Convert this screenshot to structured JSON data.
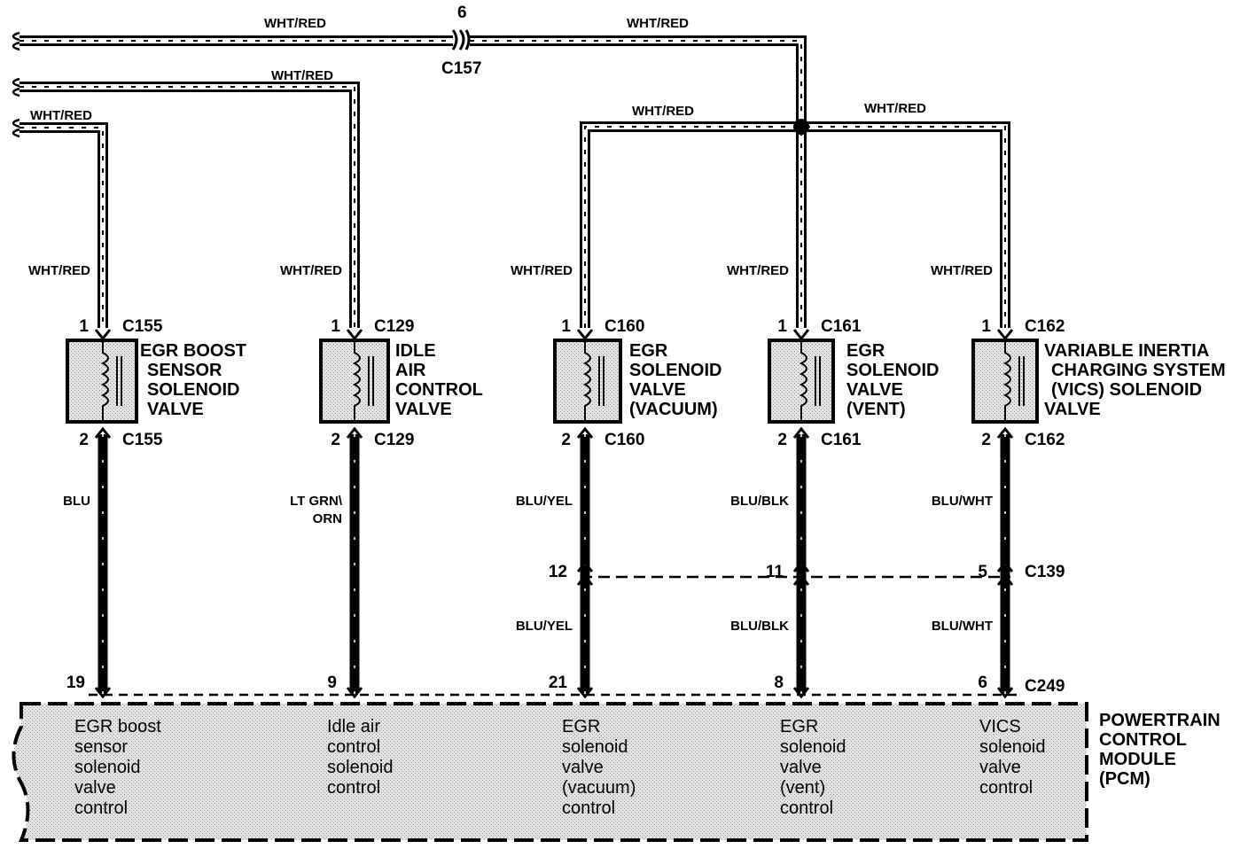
{
  "colors": {
    "ink": "#000000",
    "background": "#ffffff",
    "stipple": "#d6d6d6"
  },
  "top": {
    "splice_pin": "6",
    "splice_connector": "C157",
    "wire_left": "WHT/RED",
    "wire_right": "WHT/RED",
    "wire_row2": "WHT/RED",
    "wire_row3": "WHT/RED",
    "wire_branch_left": "WHT/RED",
    "wire_branch_right": "WHT/RED"
  },
  "circuits": [
    {
      "supply_wire": "WHT/RED",
      "pin_top": "1",
      "connector_top": "C155",
      "component_lines": [
        "EGR BOOST",
        "SENSOR",
        "SOLENOID",
        "VALVE"
      ],
      "pin_bottom": "2",
      "connector_bottom": "C155",
      "control_wire": "BLU",
      "pcm_pin": "19",
      "pcm_lines": [
        "EGR boost",
        "sensor",
        "solenoid",
        "valve",
        "control"
      ]
    },
    {
      "supply_wire": "WHT/RED",
      "pin_top": "1",
      "connector_top": "C129",
      "component_lines": [
        "IDLE",
        "AIR",
        "CONTROL",
        "VALVE"
      ],
      "pin_bottom": "2",
      "connector_bottom": "C129",
      "control_wire_lines": [
        "LT GRN\\",
        "ORN"
      ],
      "pcm_pin": "9",
      "pcm_lines": [
        "Idle air",
        "control",
        "solenoid",
        "control"
      ]
    },
    {
      "supply_wire": "WHT/RED",
      "pin_top": "1",
      "connector_top": "C160",
      "component_lines": [
        "EGR",
        "SOLENOID",
        "VALVE",
        "(VACUUM)"
      ],
      "pin_bottom": "2",
      "connector_bottom": "C160",
      "control_wire": "BLU/YEL",
      "inline_pin": "12",
      "control_wire_lower": "BLU/YEL",
      "pcm_pin": "21",
      "pcm_lines": [
        "EGR",
        "solenoid",
        "valve",
        "(vacuum)",
        "control"
      ]
    },
    {
      "supply_wire": "WHT/RED",
      "pin_top": "1",
      "connector_top": "C161",
      "component_lines": [
        "EGR",
        "SOLENOID",
        "VALVE",
        "(VENT)"
      ],
      "pin_bottom": "2",
      "connector_bottom": "C161",
      "control_wire": "BLU/BLK",
      "inline_pin": "11",
      "control_wire_lower": "BLU/BLK",
      "pcm_pin": "8",
      "pcm_lines": [
        "EGR",
        "solenoid",
        "valve",
        "(vent)",
        "control"
      ]
    },
    {
      "supply_wire": "WHT/RED",
      "pin_top": "1",
      "connector_top": "C162",
      "component_lines": [
        "VARIABLE INERTIA",
        "CHARGING SYSTEM",
        "(VICS) SOLENOID",
        "VALVE"
      ],
      "pin_bottom": "2",
      "connector_bottom": "C162",
      "control_wire": "BLU/WHT",
      "inline_pin": "5",
      "inline_connector": "C139",
      "control_wire_lower": "BLU/WHT",
      "pcm_pin": "6",
      "pcm_connector": "C249",
      "pcm_lines": [
        "VICS",
        "solenoid",
        "valve",
        "control"
      ]
    }
  ],
  "pcm": {
    "title_lines": [
      "POWERTRAIN",
      "CONTROL",
      "MODULE",
      "(PCM)"
    ]
  }
}
